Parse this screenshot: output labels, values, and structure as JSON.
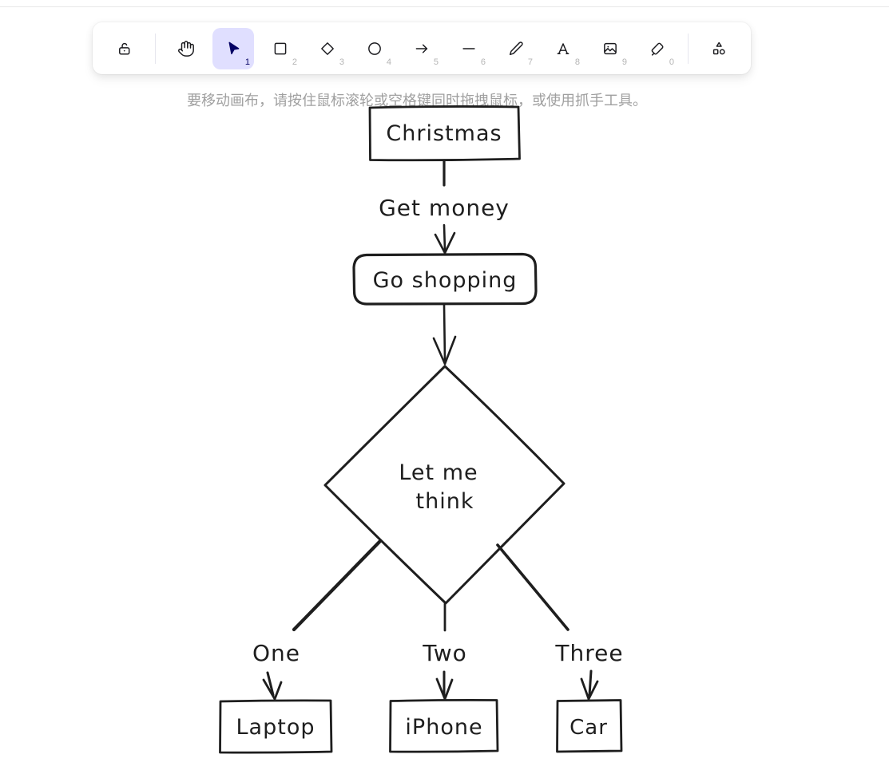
{
  "toolbar": {
    "tools": [
      {
        "name": "lock",
        "shortcut": "",
        "active": false
      },
      {
        "name": "hand",
        "shortcut": "",
        "active": false
      },
      {
        "name": "selection",
        "shortcut": "1",
        "active": true
      },
      {
        "name": "rectangle",
        "shortcut": "2",
        "active": false
      },
      {
        "name": "diamond",
        "shortcut": "3",
        "active": false
      },
      {
        "name": "ellipse",
        "shortcut": "4",
        "active": false
      },
      {
        "name": "arrow",
        "shortcut": "5",
        "active": false
      },
      {
        "name": "line",
        "shortcut": "6",
        "active": false
      },
      {
        "name": "draw",
        "shortcut": "7",
        "active": false
      },
      {
        "name": "text",
        "shortcut": "8",
        "active": false
      },
      {
        "name": "image",
        "shortcut": "9",
        "active": false
      },
      {
        "name": "eraser",
        "shortcut": "0",
        "active": false
      },
      {
        "name": "shapes",
        "shortcut": "",
        "active": false
      }
    ]
  },
  "hint": "要移动画布，请按住鼠标滚轮或空格键同时拖拽鼠标，或使用抓手工具。",
  "diagram": {
    "nodes": [
      {
        "id": "christmas",
        "shape": "rectangle",
        "label": "Christmas"
      },
      {
        "id": "go-shopping",
        "shape": "rounded-rectangle",
        "label": "Go shopping"
      },
      {
        "id": "decision",
        "shape": "diamond",
        "label": "Let me think",
        "lines": [
          "Let me",
          "think"
        ]
      },
      {
        "id": "laptop",
        "shape": "rectangle",
        "label": "Laptop"
      },
      {
        "id": "iphone",
        "shape": "rectangle",
        "label": "iPhone"
      },
      {
        "id": "car",
        "shape": "rectangle",
        "label": "Car"
      }
    ],
    "edges": [
      {
        "from": "Christmas",
        "to": "Go shopping",
        "label": "Get money"
      },
      {
        "from": "Go shopping",
        "to": "Let me think",
        "label": ""
      },
      {
        "from": "Let me think",
        "to": "Laptop",
        "label": "One"
      },
      {
        "from": "Let me think",
        "to": "iPhone",
        "label": "Two"
      },
      {
        "from": "Let me think",
        "to": "Car",
        "label": "Three"
      }
    ]
  },
  "colors": {
    "canvas_bg": "#ffffff",
    "stroke": "#1e1e1e",
    "active_tool_bg": "#e0dfff",
    "active_tool_icon": "#030064",
    "tool_icon": "#1b1b1f",
    "shortcut_text": "#b4b4b4",
    "hint_text": "#a0a0a0"
  }
}
